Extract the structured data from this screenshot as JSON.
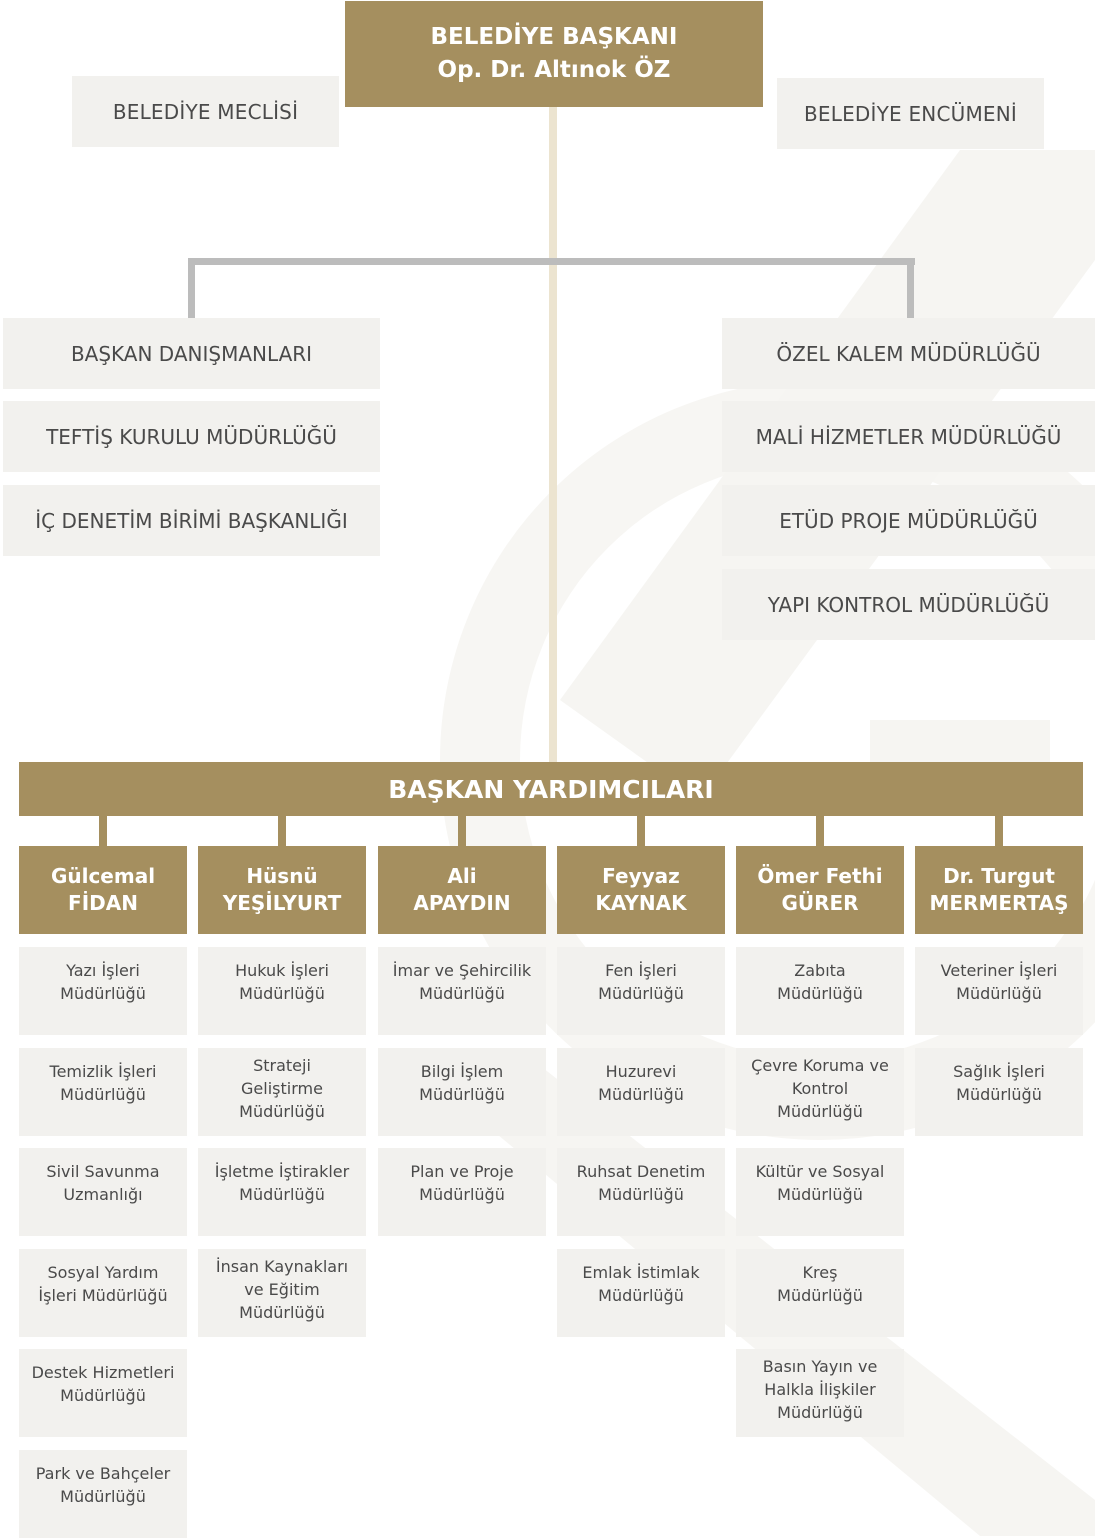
{
  "mayor": {
    "title": "BELEDİYE BAŞKANI",
    "name": "Op. Dr. Altınok ÖZ"
  },
  "council": "BELEDİYE MECLİSİ",
  "committee": "BELEDİYE ENCÜMENİ",
  "left_departments": [
    "BAŞKAN DANIŞMANLARI",
    "TEFTİŞ KURULU MÜDÜRLÜĞÜ",
    "İÇ DENETİM BİRİMİ BAŞKANLIĞI"
  ],
  "right_departments": [
    "ÖZEL KALEM MÜDÜRLÜĞÜ",
    "MALİ HİZMETLER MÜDÜRLÜĞÜ",
    "ETÜD PROJE MÜDÜRLÜĞÜ",
    "YAPI KONTROL MÜDÜRLÜĞÜ"
  ],
  "deputies_title": "BAŞKAN YARDIMCILARI",
  "deputies": [
    {
      "first": "Gülcemal",
      "last": "FİDAN",
      "units": [
        [
          "Yazı İşleri",
          "Müdürlüğü"
        ],
        [
          "Temizlik İşleri",
          "Müdürlüğü"
        ],
        [
          "Sivil Savunma",
          "Uzmanlığı"
        ],
        [
          "Sosyal Yardım",
          "İşleri Müdürlüğü"
        ],
        [
          "Destek Hizmetleri",
          "Müdürlüğü"
        ],
        [
          "Park ve Bahçeler",
          "Müdürlüğü"
        ]
      ]
    },
    {
      "first": "Hüsnü",
      "last": "YEŞİLYURT",
      "units": [
        [
          "Hukuk İşleri",
          "Müdürlüğü"
        ],
        [
          "Strateji",
          "Geliştirme",
          "Müdürlüğü"
        ],
        [
          "İşletme İştirakler",
          "Müdürlüğü"
        ],
        [
          "İnsan Kaynakları",
          "ve Eğitim",
          "Müdürlüğü"
        ]
      ]
    },
    {
      "first": "Ali",
      "last": "APAYDIN",
      "units": [
        [
          "İmar ve Şehircilik",
          "Müdürlüğü"
        ],
        [
          "Bilgi İşlem",
          "Müdürlüğü"
        ],
        [
          "Plan ve Proje",
          "Müdürlüğü"
        ]
      ]
    },
    {
      "first": "Feyyaz",
      "last": "KAYNAK",
      "units": [
        [
          "Fen İşleri",
          "Müdürlüğü"
        ],
        [
          "Huzurevi",
          "Müdürlüğü"
        ],
        [
          "Ruhsat Denetim",
          "Müdürlüğü"
        ],
        [
          "Emlak İstimlak",
          "Müdürlüğü"
        ]
      ]
    },
    {
      "first": "Ömer Fethi",
      "last": "GÜRER",
      "units": [
        [
          "Zabıta",
          "Müdürlüğü"
        ],
        [
          "Çevre Koruma ve",
          "Kontrol",
          "Müdürlüğü"
        ],
        [
          "Kültür ve Sosyal",
          "Müdürlüğü"
        ],
        [
          "Kreş",
          "Müdürlüğü"
        ],
        [
          "Basın Yayın ve",
          "Halkla İlişkiler",
          "Müdürlüğü"
        ]
      ]
    },
    {
      "first": "Dr. Turgut",
      "last": "MERMERTAŞ",
      "units": [
        [
          "Veteriner İşleri",
          "Müdürlüğü"
        ],
        [
          "Sağlık İşleri",
          "Müdürlüğü"
        ]
      ]
    }
  ],
  "colors": {
    "gold": "#a58f5f",
    "box": "#f2f1ee",
    "connector": "#bcbcbc"
  }
}
